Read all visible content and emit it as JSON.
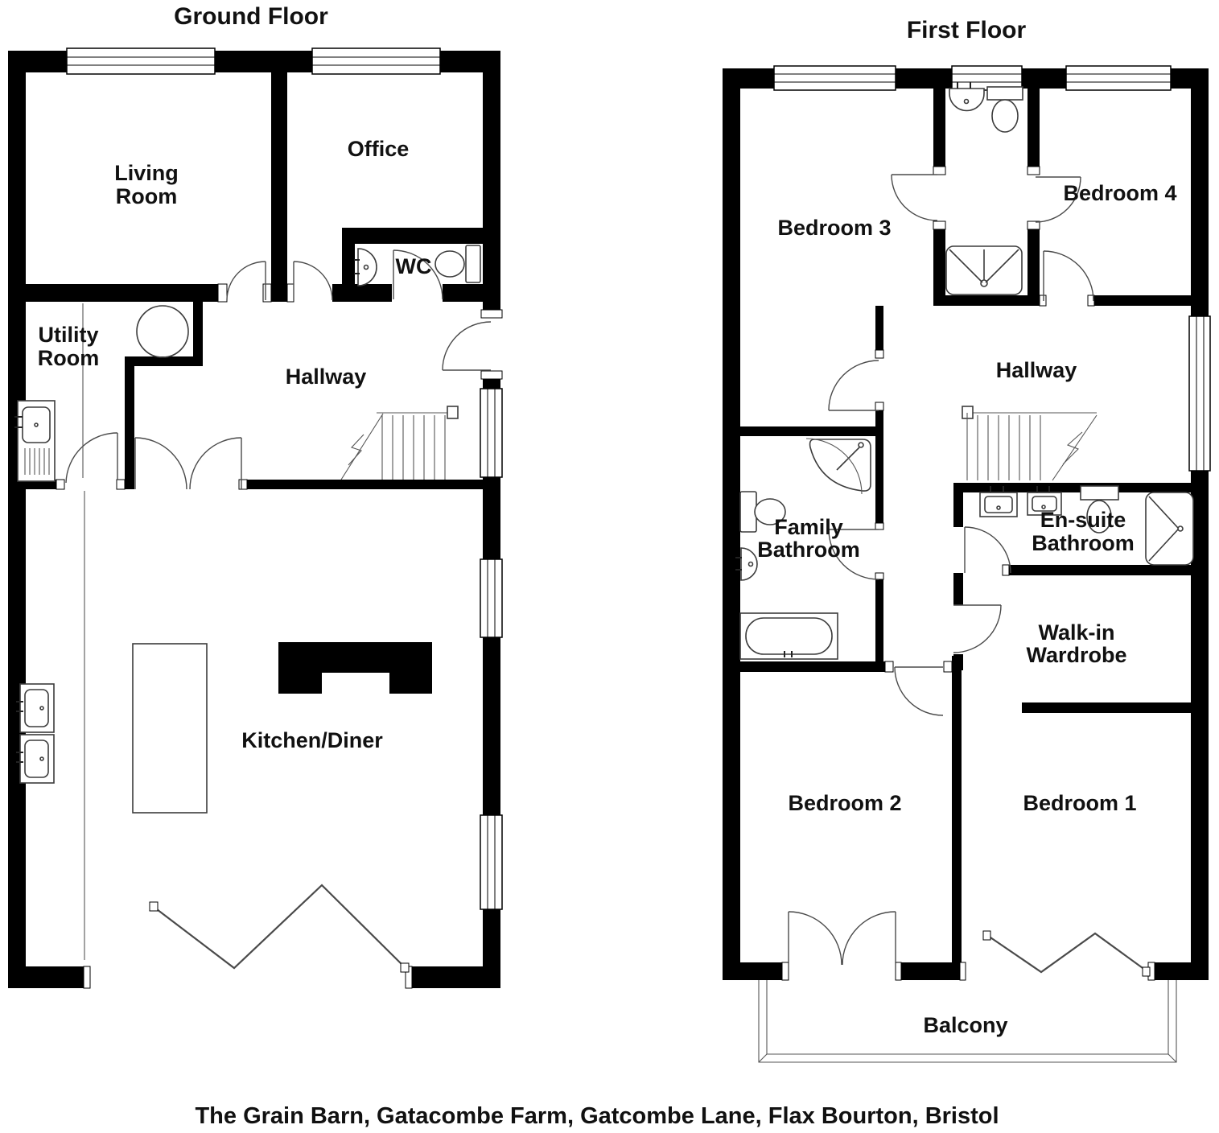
{
  "ground_floor": {
    "title": "Ground Floor",
    "rooms": {
      "living_room": {
        "line1": "Living",
        "line2": "Room"
      },
      "office": "Office",
      "wc": "WC",
      "utility": {
        "line1": "Utility",
        "line2": "Room"
      },
      "hallway": "Hallway",
      "kitchen_diner": "Kitchen/Diner"
    }
  },
  "first_floor": {
    "title": "First Floor",
    "rooms": {
      "bedroom3": "Bedroom 3",
      "bedroom4": "Bedroom 4",
      "hallway": "Hallway",
      "family_bathroom": {
        "line1": "Family",
        "line2": "Bathroom"
      },
      "ensuite": {
        "line1": "En-suite",
        "line2": "Bathroom"
      },
      "wardrobe": {
        "line1": "Walk-in",
        "line2": "Wardrobe"
      },
      "bedroom2": "Bedroom 2",
      "bedroom1": "Bedroom 1",
      "balcony": "Balcony"
    }
  },
  "caption": "The Grain Barn, Gatacombe Farm, Gatcombe Lane, Flax Bourton, Bristol",
  "colors": {
    "wall": "#000000",
    "line": "#3c3c3c",
    "text": "#111111",
    "background": "#ffffff"
  }
}
